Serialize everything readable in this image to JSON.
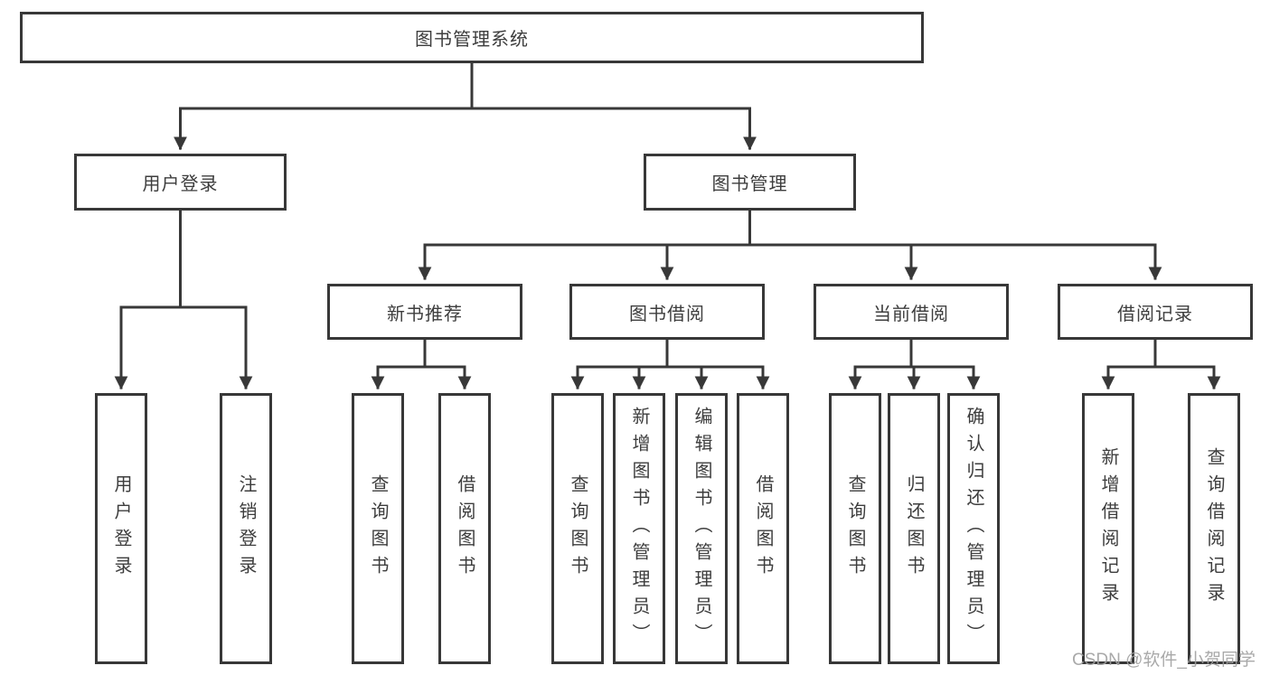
{
  "diagram": {
    "root": "图书管理系统",
    "tree": {
      "user_login": {
        "label": "用户登录",
        "children": [
          "用户登录",
          "注销登录"
        ]
      },
      "book_management": {
        "label": "图书管理",
        "sections": {
          "new_book_recommend": {
            "label": "新书推荐",
            "children": [
              "查询图书",
              "借阅图书"
            ]
          },
          "book_borrow": {
            "label": "图书借阅",
            "children": [
              "查询图书",
              "新增图书（管理员）",
              "编辑图书（管理员）",
              "借阅图书"
            ]
          },
          "current_borrow": {
            "label": "当前借阅",
            "children": [
              "查询图书",
              "归还图书",
              "确认归还（管理员）"
            ]
          },
          "borrow_record": {
            "label": "借阅记录",
            "children": [
              "新增借阅记录",
              "查询借阅记录"
            ]
          }
        }
      }
    },
    "watermark": "CSDN @软件_小贺同学",
    "colors": {
      "line": "#383838",
      "text": "#3d3d3d",
      "watermark": "#a0a0a0",
      "background": "#ffffff"
    }
  }
}
